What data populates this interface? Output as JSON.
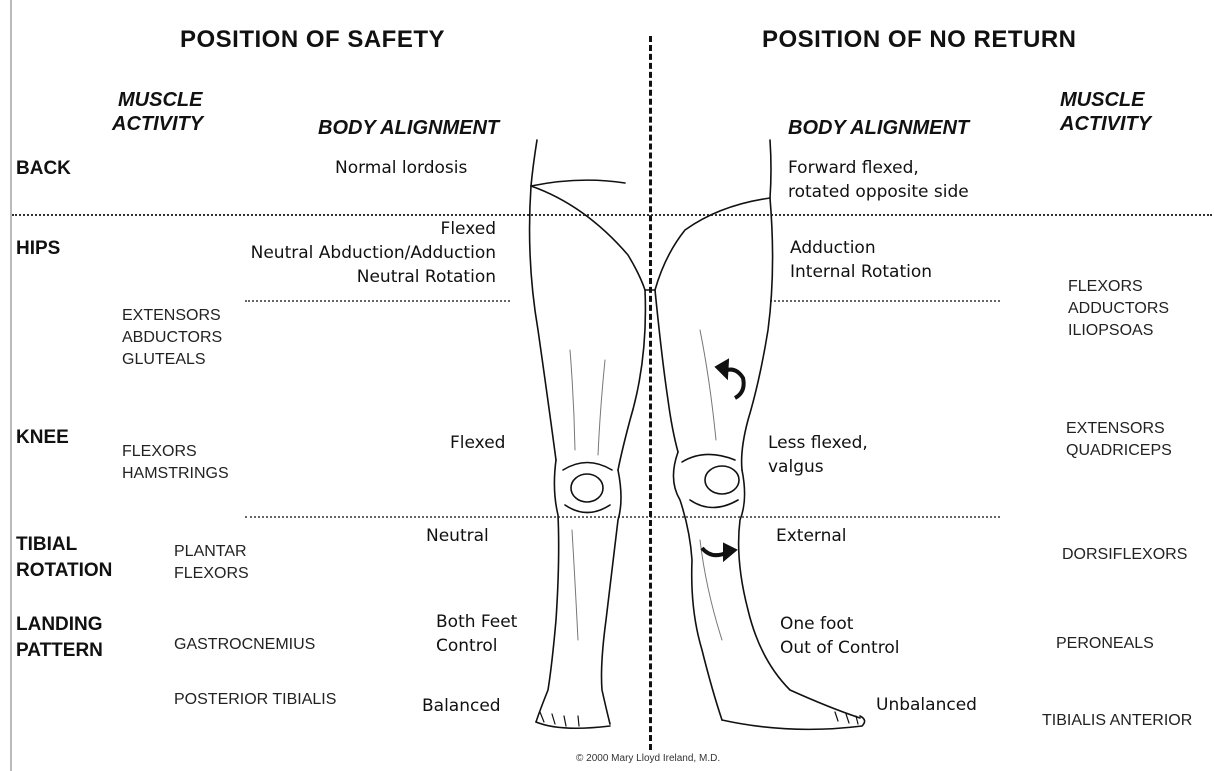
{
  "headings": {
    "left": "POSITION OF SAFETY",
    "right": "POSITION OF NO RETURN"
  },
  "column_headers": {
    "muscle_activity_left": [
      "MUSCLE",
      "ACTIVITY"
    ],
    "body_alignment_left": "BODY ALIGNMENT",
    "body_alignment_right": "BODY ALIGNMENT",
    "muscle_activity_right": [
      "MUSCLE",
      "ACTIVITY"
    ]
  },
  "row_labels": {
    "back": "BACK",
    "hips": "HIPS",
    "knee": "KNEE",
    "tibial_rotation": [
      "TIBIAL",
      "ROTATION"
    ],
    "landing_pattern": [
      "LANDING",
      "PATTERN"
    ]
  },
  "safety": {
    "back": "Normal lordosis",
    "hips": [
      "Flexed",
      "Neutral Abduction/Adduction",
      "Neutral Rotation"
    ],
    "knee": "Flexed",
    "tibial": "Neutral",
    "landing": [
      "Both Feet",
      "Control"
    ],
    "balance": "Balanced"
  },
  "no_return": {
    "back": [
      "Forward flexed,",
      "rotated opposite side"
    ],
    "hips": [
      "Adduction",
      "Internal Rotation"
    ],
    "knee": [
      "Less flexed,",
      "valgus"
    ],
    "tibial": "External",
    "landing": [
      "One foot",
      "Out of Control"
    ],
    "balance": "Unbalanced"
  },
  "muscles_left": {
    "hip": [
      "EXTENSORS",
      "ABDUCTORS",
      "GLUTEALS"
    ],
    "knee": [
      "FLEXORS",
      "HAMSTRINGS"
    ],
    "tibial": [
      "PLANTAR",
      "FLEXORS"
    ],
    "landing": "GASTROCNEMIUS",
    "balance": "POSTERIOR TIBIALIS"
  },
  "muscles_right": {
    "hip": [
      "FLEXORS",
      "ADDUCTORS",
      "ILIOPSOAS"
    ],
    "knee": [
      "EXTENSORS",
      "QUADRICEPS"
    ],
    "tibial": "DORSIFLEXORS",
    "landing": "PERONEALS",
    "balance": "TIBIALIS ANTERIOR"
  },
  "credit": "© 2000 Mary Lloyd Ireland, M.D.",
  "colors": {
    "ink": "#111111",
    "background": "#ffffff"
  }
}
